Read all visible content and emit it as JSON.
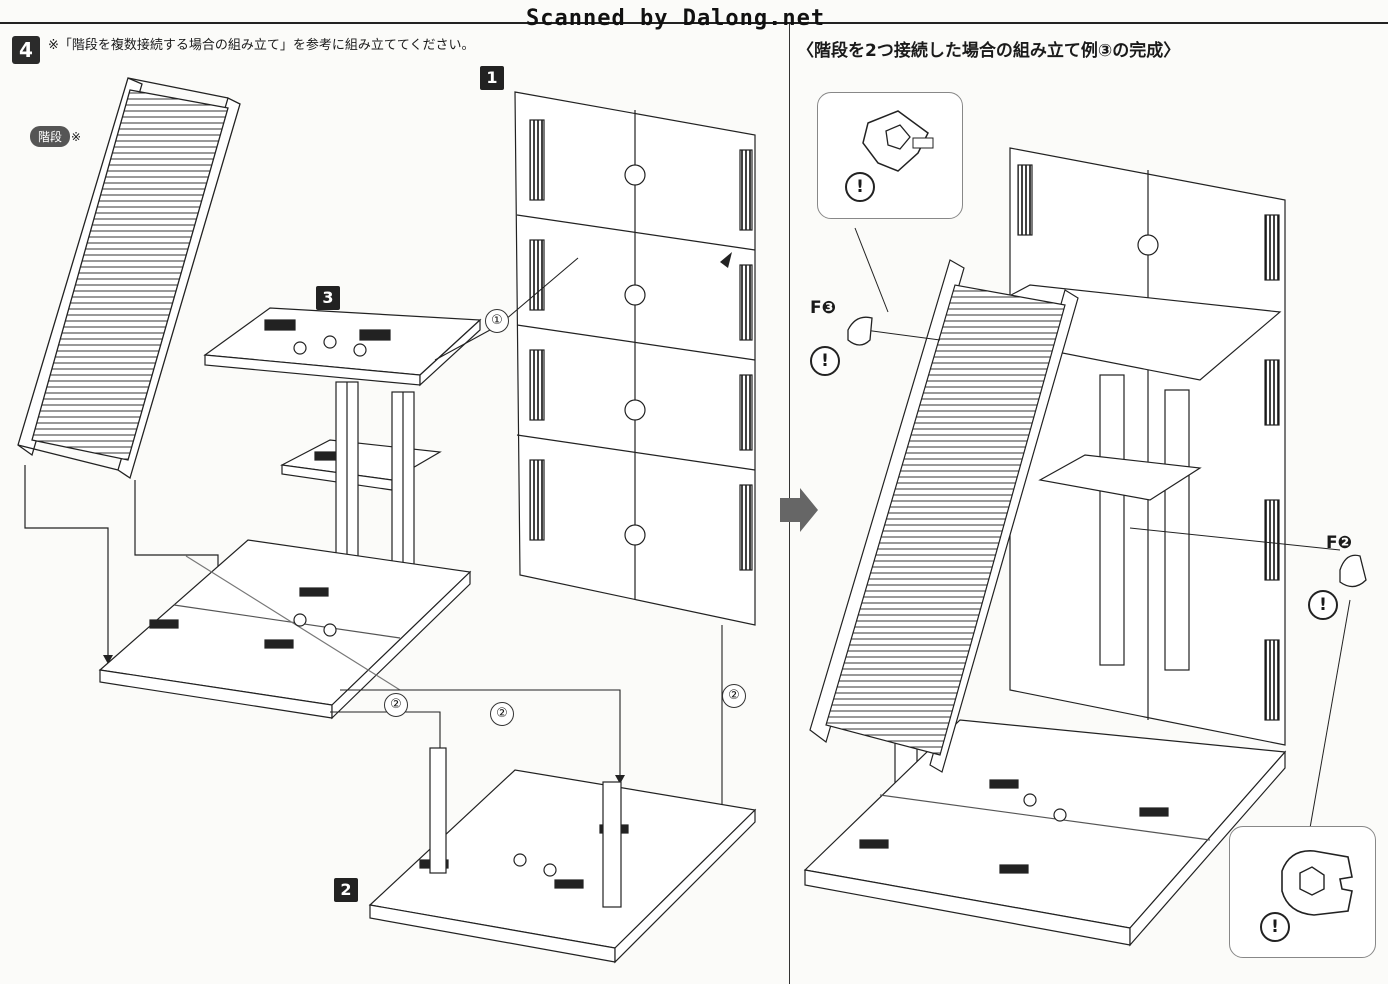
{
  "header": {
    "watermark": "Scanned by Dalong.net",
    "step_number": "4",
    "step_instruction": "※「階段を複数接続する場合の組み立て」を参考に組み立ててください。",
    "right_title": "〈階段を2つ接続した場合の組み立て例③の完成〉"
  },
  "left_panel": {
    "stairs_tag": "階段",
    "stairs_note": "※",
    "parts": {
      "p1": "1",
      "p2": "2",
      "p3": "3"
    },
    "callouts": {
      "c1": "①",
      "c2a": "②",
      "c2b": "②",
      "c2c": "②"
    }
  },
  "right_panel": {
    "f3_label": "F❸",
    "f2_label": "F❷",
    "warning_symbol": "!"
  },
  "icons": [
    "arrow-right-icon",
    "warning-icon",
    "clip-part-icon"
  ]
}
